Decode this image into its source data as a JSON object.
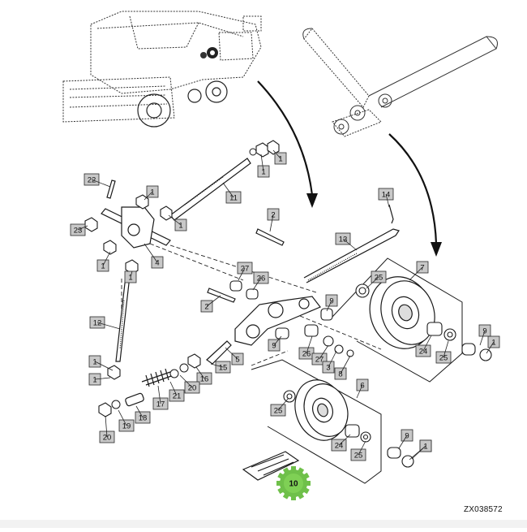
{
  "figure_code": "ZX038572",
  "callout_labels": [
    "1",
    "2",
    "4",
    "5",
    "6",
    "7",
    "8",
    "9",
    "10",
    "11",
    "12",
    "13",
    "14",
    "15",
    "16",
    "17",
    "18",
    "19",
    "20",
    "21",
    "22",
    "23",
    "24",
    "25",
    "26",
    "27",
    "3"
  ],
  "colors": {
    "callout_fill": "#c8c8c8",
    "callout_stroke": "#2a2a2a",
    "gear_badge": "#6fc04a",
    "line": "#1a1a1a"
  },
  "icons": [
    "combine-harvester-icon",
    "belt-drive-icon",
    "gear-badge-icon"
  ]
}
